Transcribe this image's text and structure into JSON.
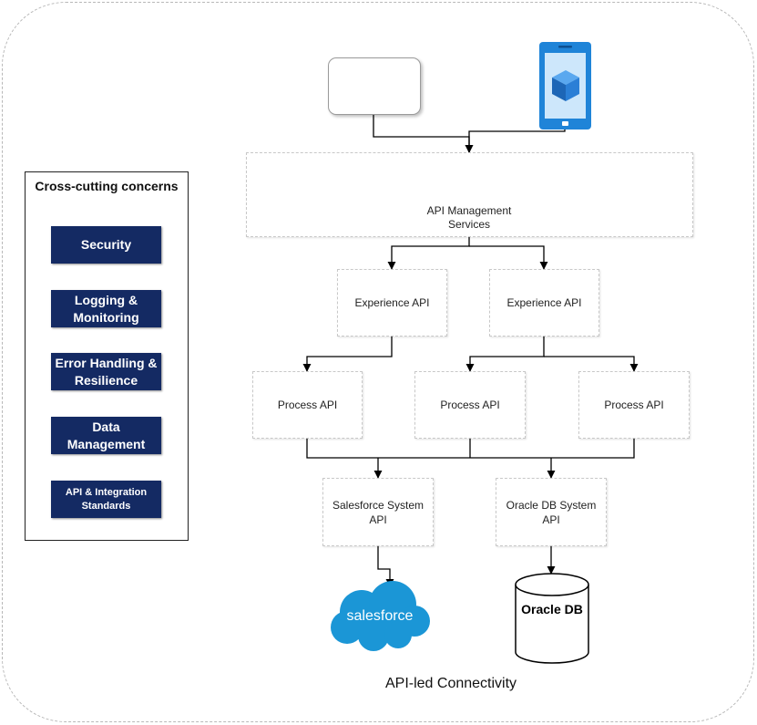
{
  "caption": "API-led Connectivity",
  "concerns": {
    "title": "Cross-cutting concerns",
    "items": [
      {
        "label": "Security"
      },
      {
        "label": "Logging & Monitoring"
      },
      {
        "label": "Error Handling & Resilience"
      },
      {
        "label": "Data Management"
      },
      {
        "label": "API & Integration Standards"
      }
    ]
  },
  "gateway": {
    "label": "API Management Services",
    "icon": "cloud-api-icon"
  },
  "clients": {
    "browser_icon": "browser-window-icon",
    "mobile_icon": "mobile-phone-icon"
  },
  "experience_apis": [
    {
      "label": "Experience API"
    },
    {
      "label": "Experience API"
    }
  ],
  "process_apis": [
    {
      "label": "Process API"
    },
    {
      "label": "Process API"
    },
    {
      "label": "Process API"
    }
  ],
  "system_apis": [
    {
      "label": "Salesforce System API"
    },
    {
      "label": "Oracle DB System API"
    }
  ],
  "endpoints": {
    "salesforce": {
      "label": "salesforce",
      "color": "#1b96d6"
    },
    "oracle": {
      "label": "Oracle DB"
    }
  },
  "colors": {
    "concern_fill": "#142a63",
    "phone_fill": "#1f84d8",
    "cube_fill": "#2b7fd6"
  }
}
